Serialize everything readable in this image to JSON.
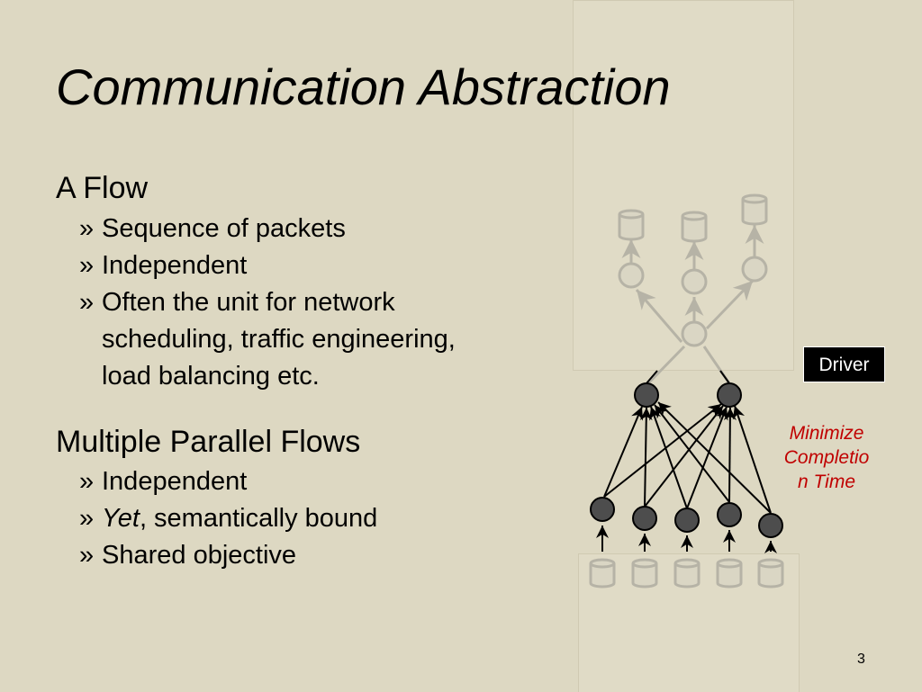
{
  "slide": {
    "title": "Communication Abstraction",
    "page_number": "3"
  },
  "sections": [
    {
      "heading": "A Flow",
      "bullets": [
        "Sequence of packets",
        "Independent",
        "Often the unit for network",
        "scheduling, traffic engineering,",
        "load balancing etc."
      ]
    },
    {
      "heading": "Multiple Parallel Flows",
      "bullets": [
        "Independent",
        "Yet",
        ", semantically bound",
        "Shared objective"
      ]
    }
  ],
  "bullet_marker": "»",
  "diagram": {
    "driver_label": "Driver",
    "goal_label_lines": [
      "Minimize",
      "Completio",
      "n Time"
    ],
    "colors": {
      "faded": "#b6b3a6",
      "faded_fill": "#dad6c4",
      "node_fill": "#4d4d4d",
      "node_stroke": "#000000",
      "goal": "#c00000"
    }
  }
}
